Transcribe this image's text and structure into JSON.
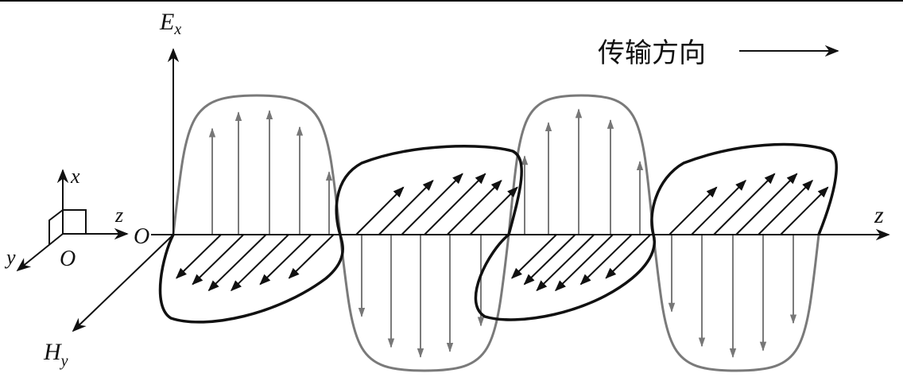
{
  "labels": {
    "e_axis": "E",
    "e_sub": "x",
    "h_axis": "H",
    "h_sub": "y",
    "z_axis": "z",
    "origin": "O",
    "direction": "传输方向",
    "inset_x": "x",
    "inset_y": "y",
    "inset_z": "z",
    "inset_origin": "O"
  },
  "colors": {
    "e_field": "#7a7a7a",
    "h_field": "#111111",
    "axis": "#111111"
  },
  "icons": {
    "direction_arrow": "right-arrow-icon"
  }
}
